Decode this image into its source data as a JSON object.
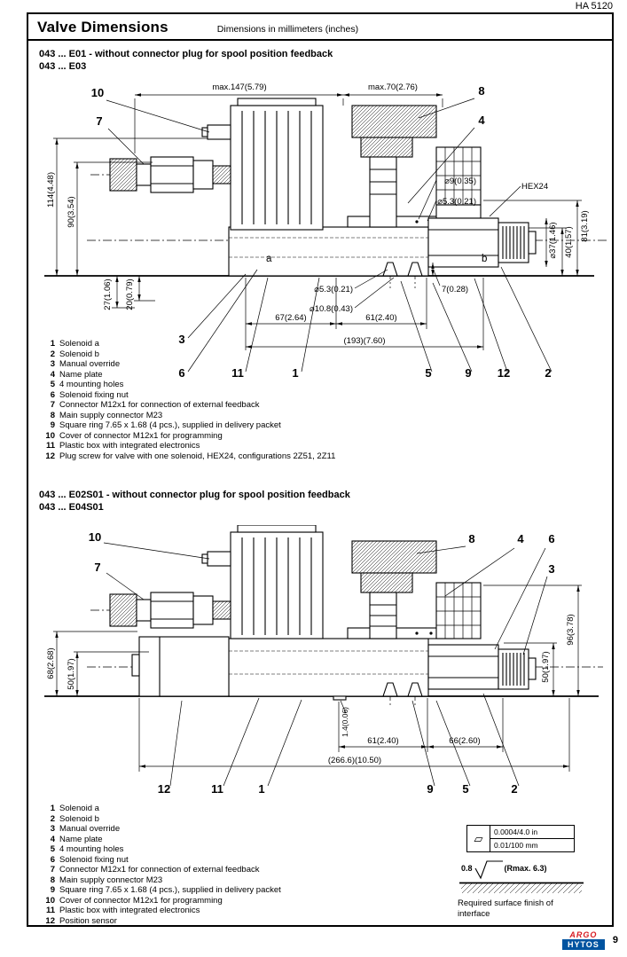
{
  "page": {
    "doc_ref": "HA 5120",
    "page_number": "9",
    "title": "Valve Dimensions",
    "subtitle": "Dimensions in millimeters (inches)"
  },
  "logo": {
    "top": "ARGO",
    "bottom": "HYTOS"
  },
  "section1": {
    "heading_line1": "043 ... E01 - without connector plug for spool position feedback",
    "heading_line2": "043 ... E03",
    "drawing": {
      "dim_max147": "max.147(5.79)",
      "dim_max70": "max.70(2.76)",
      "dim_d9": "⌀9(0.35)",
      "dim_d53_top": "⌀5.3(0.21)",
      "hex": "HEX24",
      "dim_114": "114(4.48)",
      "dim_90": "90(3.54)",
      "dim_81": "81(3.19)",
      "dim_40": "40(1.57)",
      "dim_d37": "⌀37(1.46)",
      "dim_27": "27(1.06)",
      "dim_20": "20(0.79)",
      "port_a": "a",
      "port_b": "b",
      "dim_d53_bottom": "⌀5.3(0.21)",
      "dim_7": "7(0.28)",
      "dim_d108": "⌀10.8(0.43)",
      "dim_67": "67(2.64)",
      "dim_61": "61(2.40)",
      "dim_193": "(193)(7.60)",
      "callouts": {
        "c10": "10",
        "c7": "7",
        "c8": "8",
        "c4": "4",
        "c3": "3",
        "c6": "6",
        "c11": "11",
        "c1": "1",
        "c5": "5",
        "c9": "9",
        "c12": "12",
        "c2": "2"
      }
    },
    "legend": [
      {
        "n": "1",
        "text": "Solenoid a"
      },
      {
        "n": "2",
        "text": "Solenoid b"
      },
      {
        "n": "3",
        "text": "Manual override"
      },
      {
        "n": "4",
        "text": "Name plate"
      },
      {
        "n": "5",
        "text": "4 mounting holes"
      },
      {
        "n": "6",
        "text": "Solenoid fixing nut"
      },
      {
        "n": "7",
        "text": "Connector M12x1 for connection of external feedback"
      },
      {
        "n": "8",
        "text": "Main supply connector M23"
      },
      {
        "n": "9",
        "text": "Square ring 7.65 x 1.68 (4 pcs.), supplied in delivery packet"
      },
      {
        "n": "10",
        "text": "Cover of connector M12x1 for programming"
      },
      {
        "n": "11",
        "text": "Plastic box with integrated electronics"
      },
      {
        "n": "12",
        "text": "Plug screw for valve with one solenoid, HEX24, configurations 2Z51, 2Z11"
      }
    ]
  },
  "section2": {
    "heading_line1": "043 ... E02S01 - without connector plug for spool position feedback",
    "heading_line2": "043 ... E04S01",
    "drawing": {
      "dim_68": "68(2.68)",
      "dim_50l": "50(1.97)",
      "dim_96": "96(3.78)",
      "dim_50r": "50(1.97)",
      "dim_14": "1.4(0.06)",
      "dim_61": "61(2.40)",
      "dim_66": "66(2.60)",
      "dim_2666": "(266.6)(10.50)",
      "callouts": {
        "c10": "10",
        "c7": "7",
        "c8": "8",
        "c4": "4",
        "c6": "6",
        "c3": "3",
        "c12": "12",
        "c11": "11",
        "c1": "1",
        "c9": "9",
        "c5": "5",
        "c2": "2"
      }
    },
    "legend": [
      {
        "n": "1",
        "text": "Solenoid a"
      },
      {
        "n": "2",
        "text": "Solenoid b"
      },
      {
        "n": "3",
        "text": "Manual override"
      },
      {
        "n": "4",
        "text": "Name plate"
      },
      {
        "n": "5",
        "text": "4 mounting holes"
      },
      {
        "n": "6",
        "text": "Solenoid fixing nut"
      },
      {
        "n": "7",
        "text": "Connector M12x1 for connection of external feedback"
      },
      {
        "n": "8",
        "text": "Main supply connector M23"
      },
      {
        "n": "9",
        "text": "Square ring 7.65 x 1.68 (4 pcs.), supplied in delivery packet"
      },
      {
        "n": "10",
        "text": "Cover of connector M12x1 for programming"
      },
      {
        "n": "11",
        "text": "Plastic box with integrated electronics"
      },
      {
        "n": "12",
        "text": "Position sensor"
      }
    ]
  },
  "surface_finish": {
    "flatness_symbol": "▱",
    "line1": "0.0004/4.0 in",
    "line2": "0.01/100 mm",
    "roughness": "0.8",
    "rmax": "(Rmax. 6.3)",
    "caption_line1": "Required surface finish of",
    "caption_line2": "interface"
  }
}
